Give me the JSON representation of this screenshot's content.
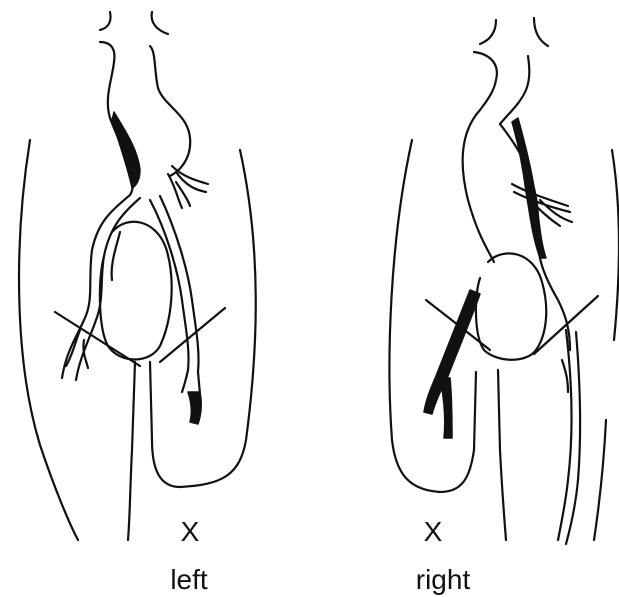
{
  "panels": [
    {
      "side_label": "left",
      "marker": "X"
    },
    {
      "side_label": "right",
      "marker": "X"
    }
  ],
  "colors": {
    "ink": "#111111",
    "background": "#ffffff"
  }
}
